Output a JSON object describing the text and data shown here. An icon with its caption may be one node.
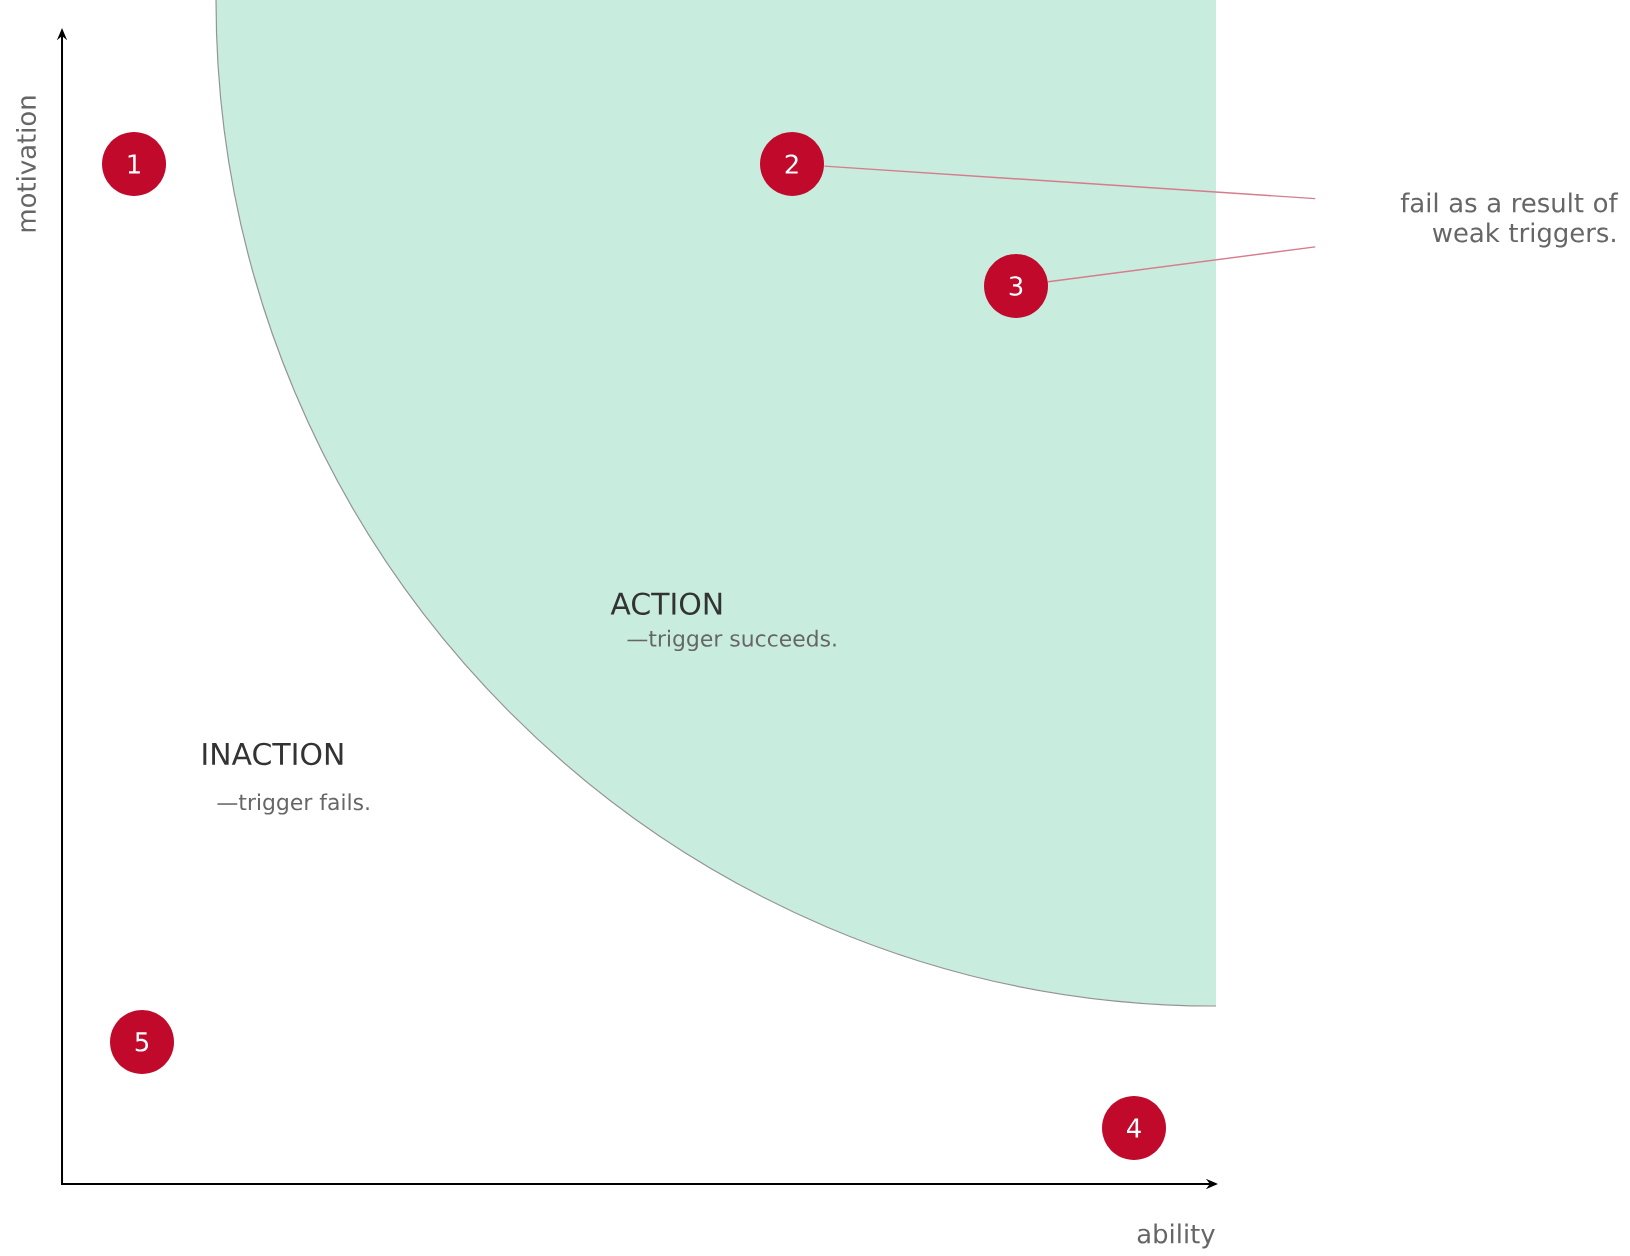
{
  "diagram": {
    "nodes": [
      {
        "text": [
          "1"
        ]
      },
      {
        "text": [
          "ACTION",
          "—trigger succeeds."
        ]
      },
      {
        "text": [
          "2"
        ],
        "in": 1
      },
      {
        "text": [
          "3"
        ],
        "in": 1
      },
      {
        "text": [
          "fail as a result of weak triggers."
        ]
      },
      {
        "text": [
          "5"
        ]
      },
      {
        "text": [
          "4"
        ]
      }
    ],
    "edges": [
      {
        "from": 4,
        "to": 2,
        "arrow": "none"
      },
      {
        "from": 4,
        "to": 3,
        "arrow": "none"
      }
    ],
    "labels": [
      "motivation",
      "INACTION",
      "—trigger fails.",
      "ability"
    ]
  }
}
